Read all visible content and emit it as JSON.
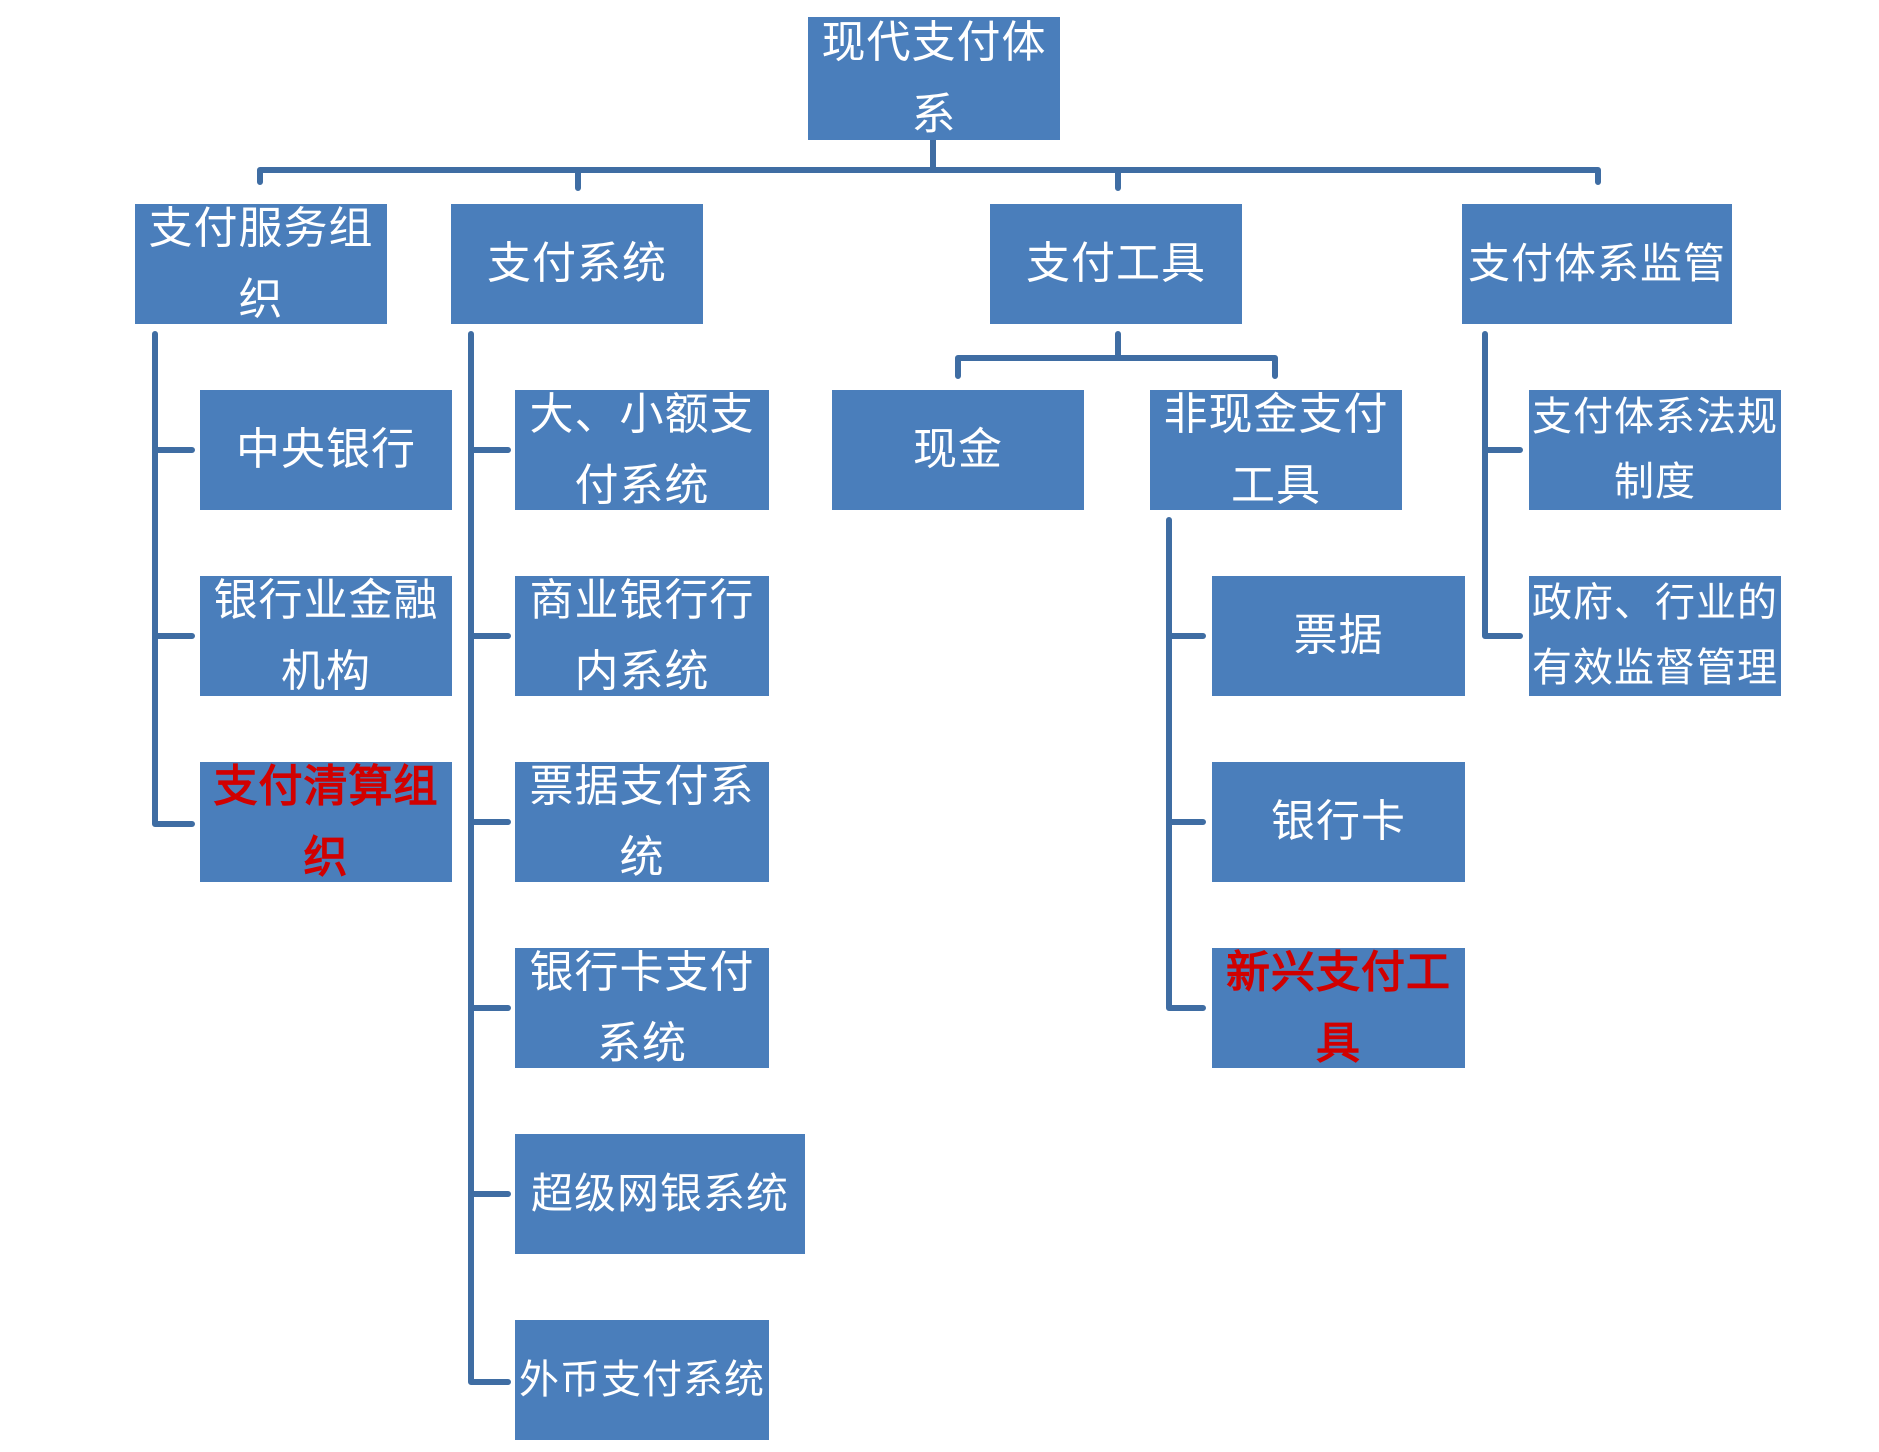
{
  "root": "现代支付体系",
  "categories": {
    "org": "支付服务组织",
    "system": "支付系统",
    "tool": "支付工具",
    "supervision": "支付体系监管"
  },
  "org_items": [
    "中央银行",
    "银行业金融机构",
    "支付清算组织"
  ],
  "system_items": [
    "大、小额支付系统",
    "商业银行行内系统",
    "票据支付系统",
    "银行卡支付系统",
    "超级网银系统",
    "外币支付系统"
  ],
  "tool_items": [
    "现金",
    "非现金支付工具"
  ],
  "noncash_items": [
    "票据",
    "银行卡",
    "新兴支付工具"
  ],
  "supervision_items": [
    "支付体系法规制度",
    "政府、行业的有效监督管理"
  ],
  "colors": {
    "box_fill": "#4a7ebb",
    "connector": "#3f6da3",
    "text": "#ffffff",
    "highlight_text": "#d10000"
  }
}
